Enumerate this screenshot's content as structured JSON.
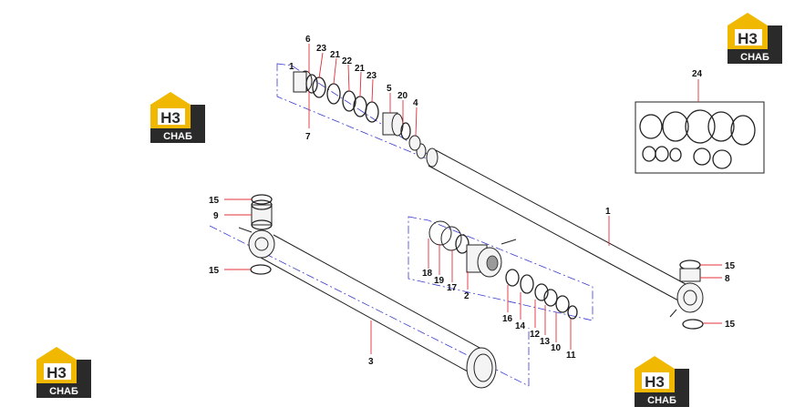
{
  "brand": {
    "mark": "H3",
    "name": "СНАБ",
    "colors": {
      "yellow": "#f0b800",
      "dark": "#2a2a2a",
      "white": "#ffffff"
    }
  },
  "callouts": {
    "c1a": "1",
    "c1b": "1",
    "c2": "2",
    "c3": "3",
    "c4": "4",
    "c5": "5",
    "c6": "6",
    "c7": "7",
    "c8": "8",
    "c9": "9",
    "c10": "10",
    "c11": "11",
    "c12": "12",
    "c13": "13",
    "c14": "14",
    "c15a": "15",
    "c15b": "15",
    "c15c": "15",
    "c15d": "15",
    "c16": "16",
    "c17": "17",
    "c18": "18",
    "c19": "19",
    "c20": "20",
    "c21a": "21",
    "c21b": "21",
    "c22": "22",
    "c23a": "23",
    "c23b": "23",
    "c24": "24"
  }
}
